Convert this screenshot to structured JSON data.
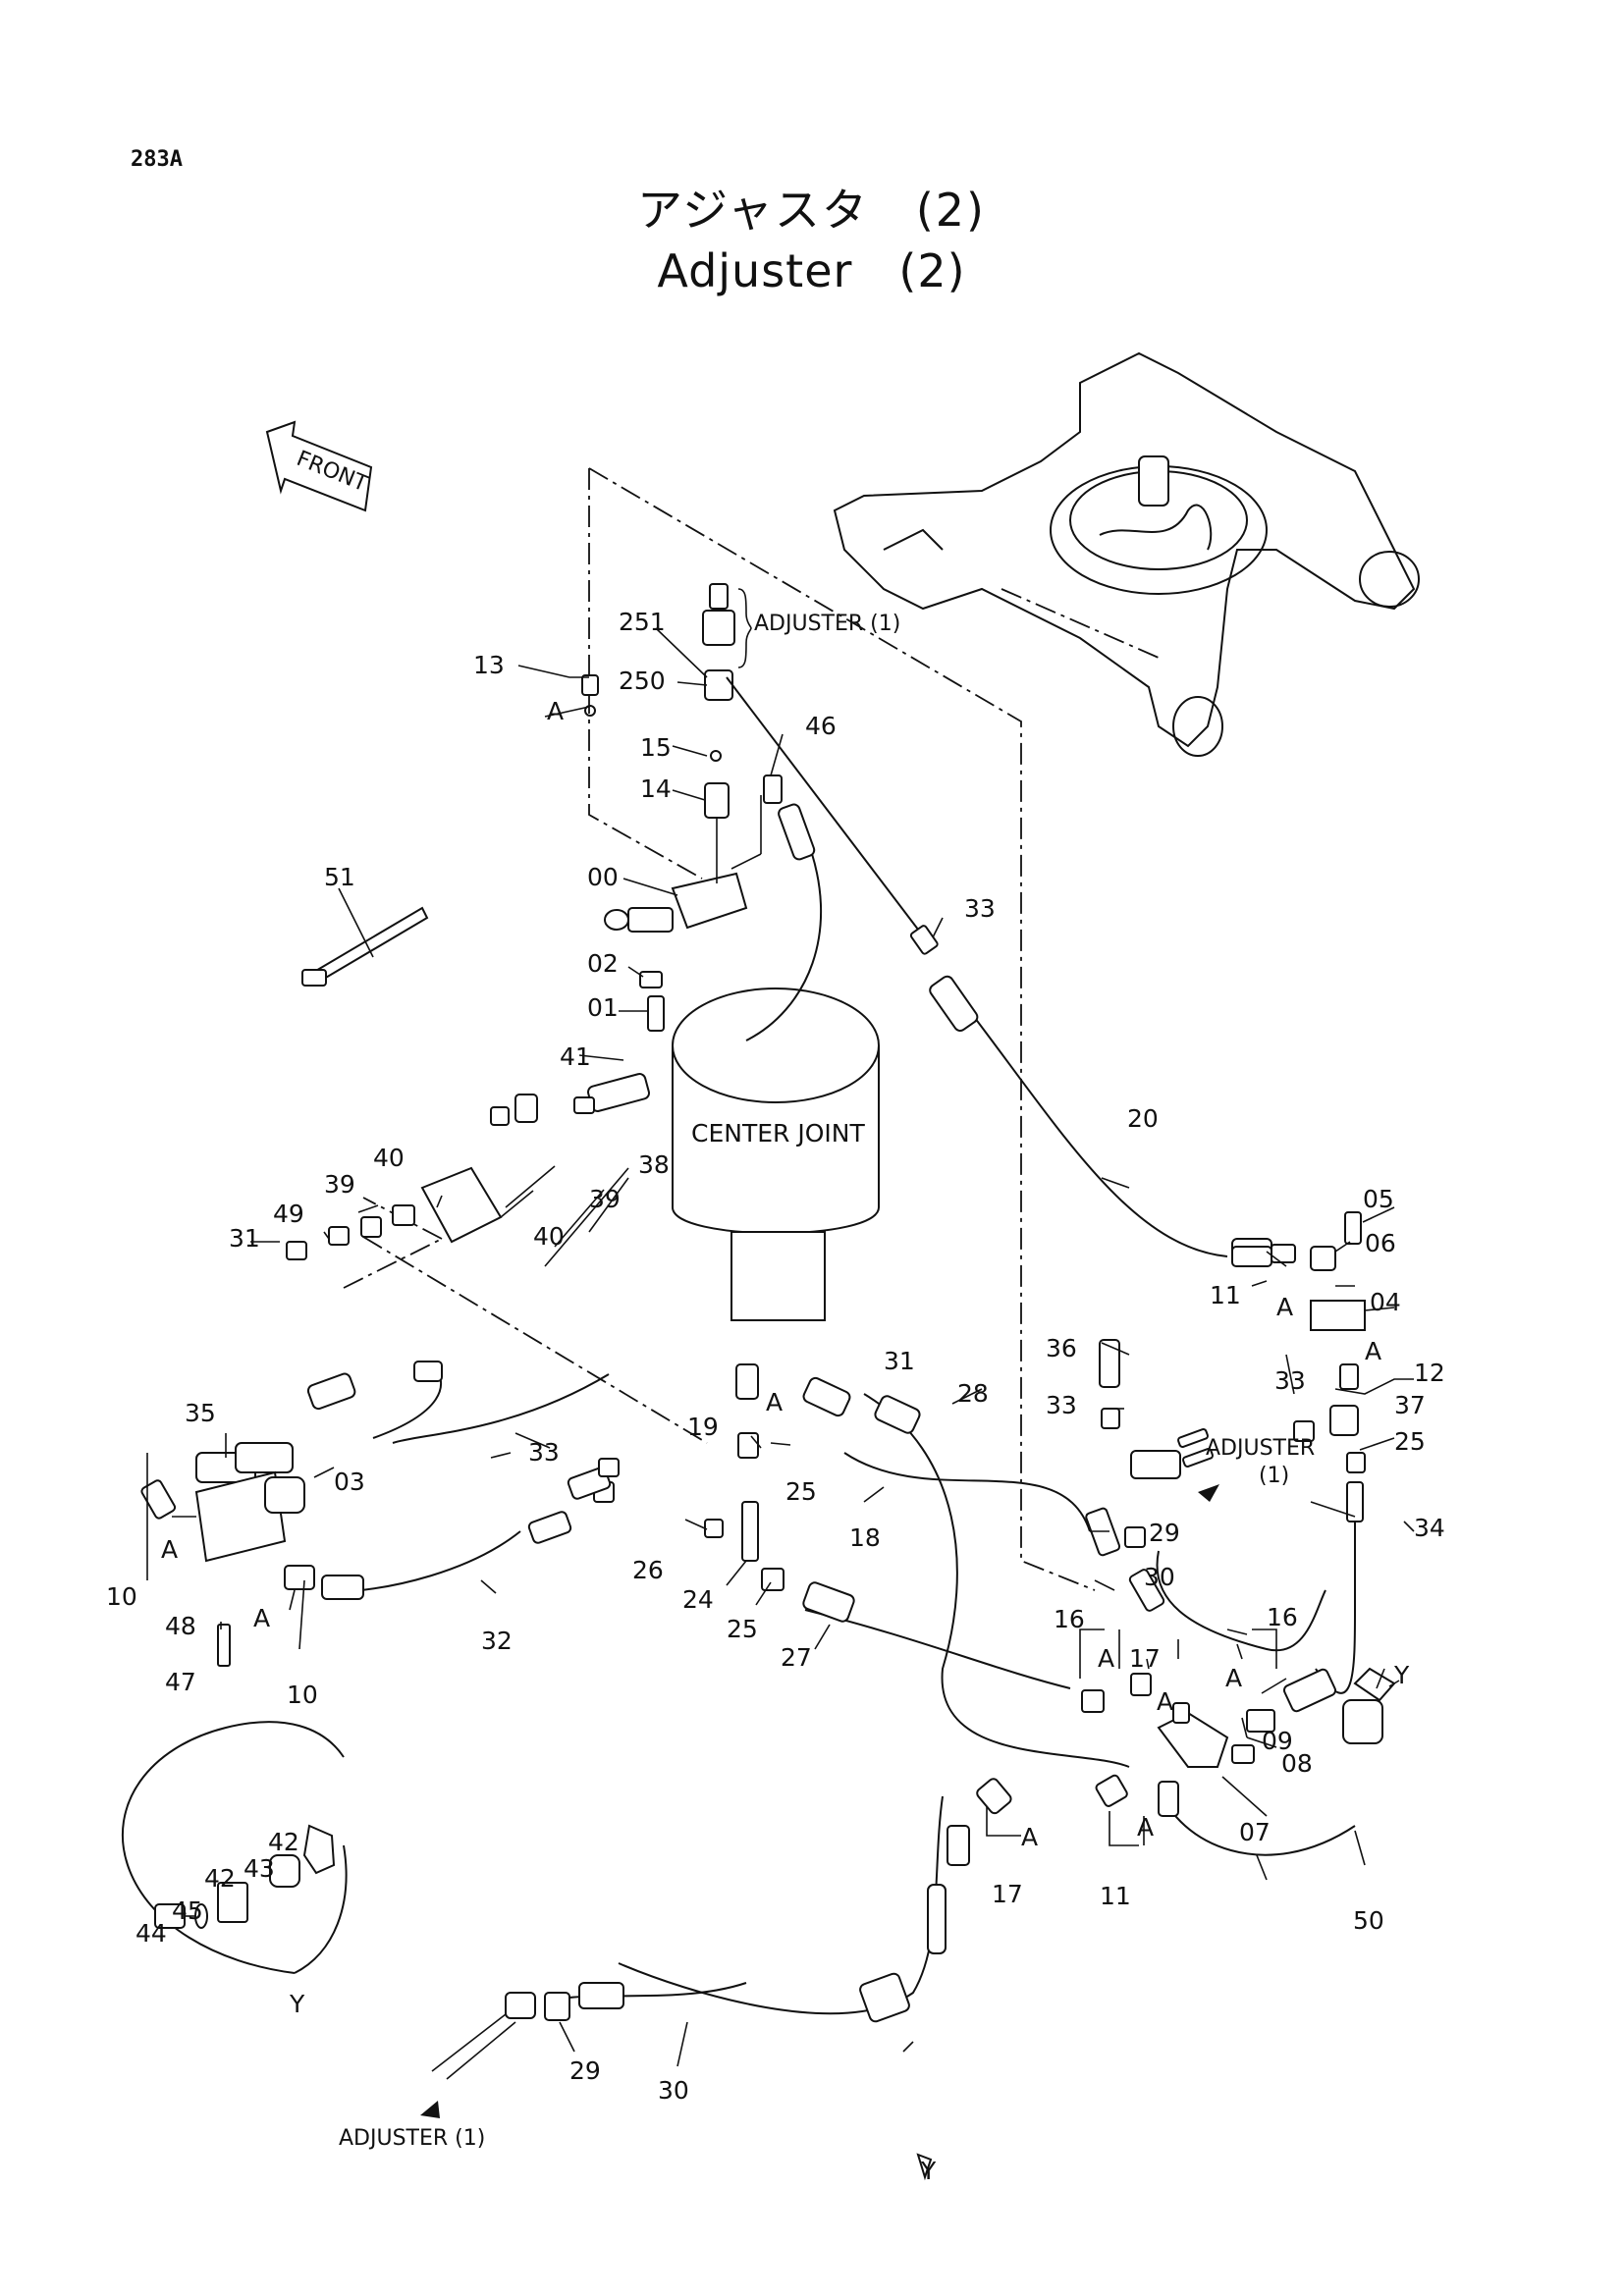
{
  "page": {
    "id": "283A",
    "title_jp": "アジャスタ　(2)",
    "title_en": "Adjuster　(2)"
  },
  "callouts": {
    "adjuster1_top": "ADJUSTER (1)",
    "adjuster1_mid_line1": "ADJUSTER",
    "adjuster1_mid_line2": "(1)",
    "adjuster1_bottom": "ADJUSTER (1)",
    "center_joint": "CENTER JOINT",
    "front": "FRONT",
    "view_marker": "Y",
    "branch_marker": "A"
  },
  "part_numbers": {
    "p00": "00",
    "p01": "01",
    "p02": "02",
    "p03": "03",
    "p04": "04",
    "p05": "05",
    "p06": "06",
    "p07": "07",
    "p08": "08",
    "p09": "09",
    "p10a": "10",
    "p10b": "10",
    "p11a": "11",
    "p11b": "11",
    "p12": "12",
    "p13": "13",
    "p14": "14",
    "p15": "15",
    "p16a": "16",
    "p16b": "16",
    "p17a": "17",
    "p17b": "17",
    "p18": "18",
    "p19": "19",
    "p20": "20",
    "p24": "24",
    "p25a": "25",
    "p25b": "25",
    "p25c": "25",
    "p26": "26",
    "p27": "27",
    "p28": "28",
    "p29a": "29",
    "p29b": "29",
    "p30a": "30",
    "p30b": "30",
    "p31a": "31",
    "p31b": "31",
    "p32": "32",
    "p33a": "33",
    "p33b": "33",
    "p33c": "33",
    "p33d": "33",
    "p34": "34",
    "p35": "35",
    "p36": "36",
    "p37": "37",
    "p38": "38",
    "p39a": "39",
    "p39b": "39",
    "p40a": "40",
    "p40b": "40",
    "p41": "41",
    "p42a": "42",
    "p42b": "42",
    "p43": "43",
    "p44": "44",
    "p45": "45",
    "p46": "46",
    "p47": "47",
    "p48": "48",
    "p49": "49",
    "p50": "50",
    "p51": "51",
    "p250": "250",
    "p251": "251"
  },
  "colors": {
    "ink": "#111111",
    "paper": "#ffffff"
  }
}
